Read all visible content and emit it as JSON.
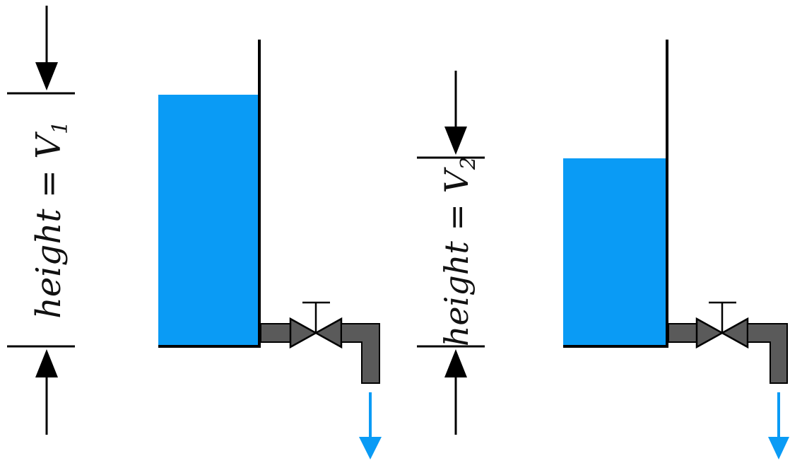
{
  "colors": {
    "water": "#0a9bf5",
    "outflow_arrow": "#0a9bf5",
    "pipe": "#5a5a5a",
    "line": "#000000"
  },
  "left": {
    "label_word": "height",
    "label_eq": " = ",
    "label_var": "V",
    "label_sub": "1"
  },
  "right": {
    "label_word": "height",
    "label_eq": " = ",
    "label_var": "V",
    "label_sub": "2"
  }
}
